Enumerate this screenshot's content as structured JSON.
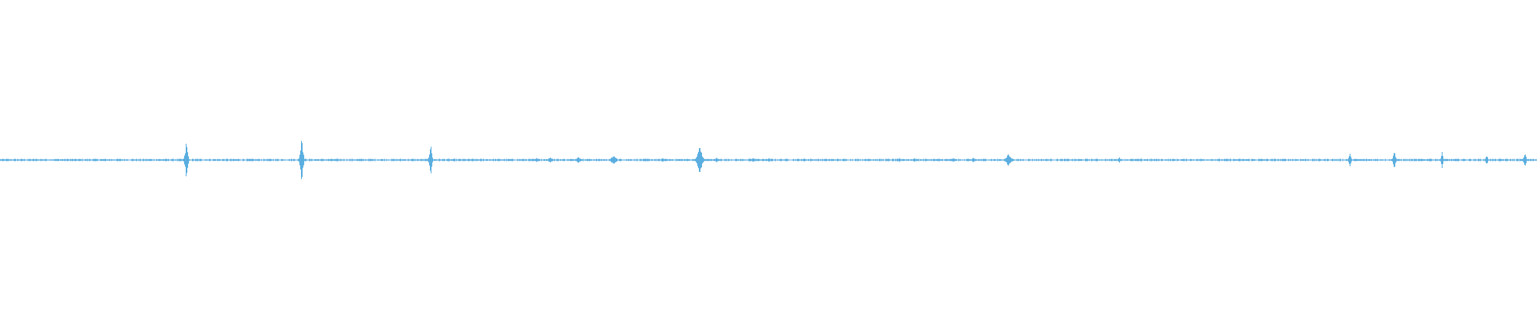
{
  "waveform": {
    "color": "#5aaee0",
    "baseline_amplitude": 0.006,
    "duration_fraction_markers": [
      {
        "t": 0.121,
        "amp": 0.13,
        "width": 0.0012
      },
      {
        "t": 0.196,
        "amp": 0.19,
        "width": 0.0012
      },
      {
        "t": 0.28,
        "amp": 0.14,
        "width": 0.001
      },
      {
        "t": 0.349,
        "amp": 0.015,
        "width": 0.002
      },
      {
        "t": 0.358,
        "amp": 0.02,
        "width": 0.002
      },
      {
        "t": 0.376,
        "amp": 0.02,
        "width": 0.0025
      },
      {
        "t": 0.399,
        "amp": 0.03,
        "width": 0.0025
      },
      {
        "t": 0.431,
        "amp": 0.015,
        "width": 0.0015
      },
      {
        "t": 0.455,
        "amp": 0.1,
        "width": 0.002
      },
      {
        "t": 0.466,
        "amp": 0.015,
        "width": 0.002
      },
      {
        "t": 0.49,
        "amp": 0.015,
        "width": 0.002
      },
      {
        "t": 0.5,
        "amp": 0.012,
        "width": 0.0015
      },
      {
        "t": 0.523,
        "amp": 0.012,
        "width": 0.0015
      },
      {
        "t": 0.565,
        "amp": 0.01,
        "width": 0.0015
      },
      {
        "t": 0.585,
        "amp": 0.012,
        "width": 0.0015
      },
      {
        "t": 0.595,
        "amp": 0.012,
        "width": 0.0015
      },
      {
        "t": 0.62,
        "amp": 0.015,
        "width": 0.002
      },
      {
        "t": 0.633,
        "amp": 0.015,
        "width": 0.0015
      },
      {
        "t": 0.656,
        "amp": 0.04,
        "width": 0.0025
      },
      {
        "t": 0.728,
        "amp": 0.02,
        "width": 0.0012
      },
      {
        "t": 0.878,
        "amp": 0.05,
        "width": 0.001
      },
      {
        "t": 0.907,
        "amp": 0.06,
        "width": 0.0012
      },
      {
        "t": 0.93,
        "amp": 0.015,
        "width": 0.0012
      },
      {
        "t": 0.938,
        "amp": 0.06,
        "width": 0.0008
      },
      {
        "t": 0.967,
        "amp": 0.04,
        "width": 0.001
      },
      {
        "t": 0.992,
        "amp": 0.05,
        "width": 0.001
      }
    ]
  }
}
